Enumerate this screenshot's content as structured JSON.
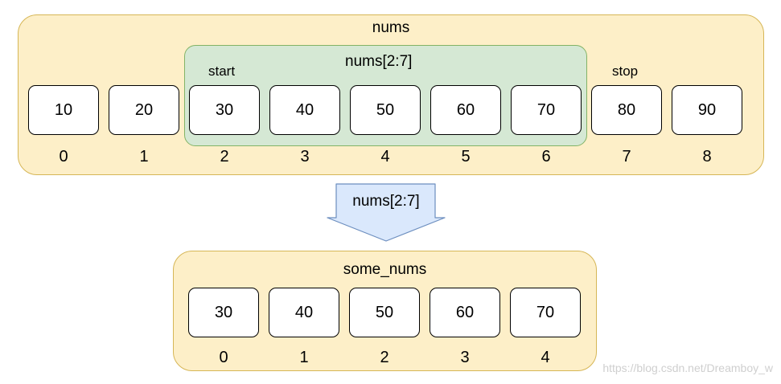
{
  "top": {
    "title": "nums",
    "values": [
      "10",
      "20",
      "30",
      "40",
      "50",
      "60",
      "70",
      "80",
      "90"
    ],
    "indices": [
      "0",
      "1",
      "2",
      "3",
      "4",
      "5",
      "6",
      "7",
      "8"
    ],
    "slice_label": "nums[2:7]",
    "start_label": "start",
    "stop_label": "stop"
  },
  "arrow": {
    "label": "nums[2:7]",
    "fill": "#dae8fc",
    "stroke": "#6c8ebf"
  },
  "bottom": {
    "title": "some_nums",
    "values": [
      "30",
      "40",
      "50",
      "60",
      "70"
    ],
    "indices": [
      "0",
      "1",
      "2",
      "3",
      "4"
    ]
  },
  "watermark": "https://blog.csdn.net/Dreamboy_w",
  "colors": {
    "panel_fill": "#fdefc8",
    "panel_stroke": "#d6b656",
    "slice_fill": "#d5e8d4",
    "slice_stroke": "#82b366"
  }
}
